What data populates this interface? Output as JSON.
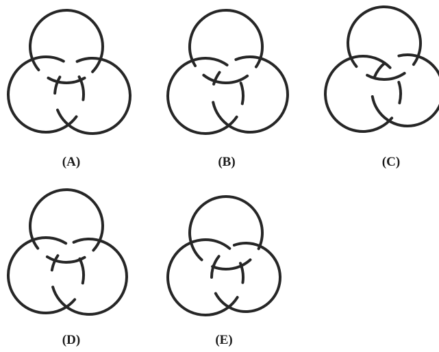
{
  "figure": {
    "panels": [
      {
        "label": "(A)"
      },
      {
        "label": "(B)"
      },
      {
        "label": "(C)"
      },
      {
        "label": "(D)"
      },
      {
        "label": "(E)"
      }
    ]
  },
  "colors": {
    "stroke": "#262626",
    "background": "#ffffff"
  }
}
